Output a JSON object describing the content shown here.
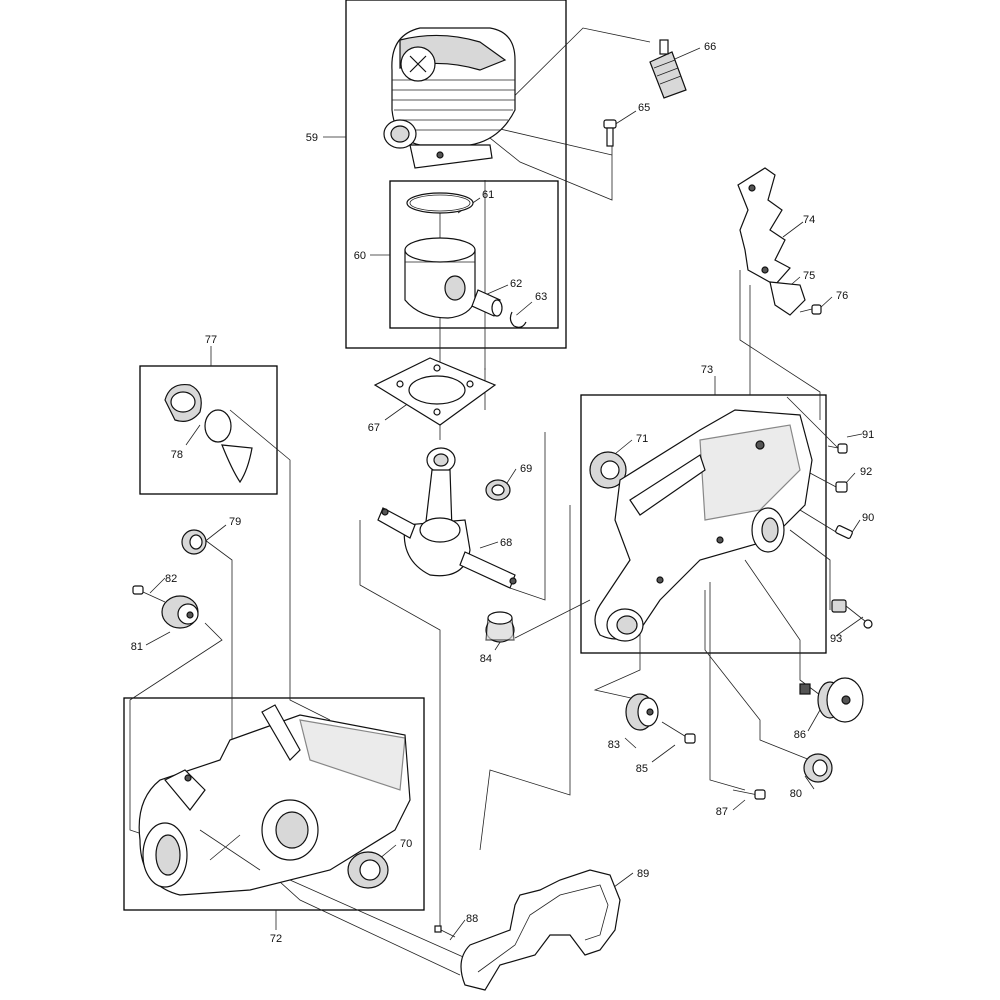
{
  "labels": {
    "59": "59",
    "60": "60",
    "61": "61",
    "62": "62",
    "63": "63",
    "65": "65",
    "66": "66",
    "67": "67",
    "68": "68",
    "69": "69",
    "70": "70",
    "71": "71",
    "72": "72",
    "73": "73",
    "74": "74",
    "75": "75",
    "76": "76",
    "77": "77",
    "78": "78",
    "79": "79",
    "80": "80",
    "81": "81",
    "82": "82",
    "83": "83",
    "84": "84",
    "85": "85",
    "86": "86",
    "87": "87",
    "88": "88",
    "89": "89",
    "90": "90",
    "91": "91",
    "92": "92",
    "93": "93"
  }
}
